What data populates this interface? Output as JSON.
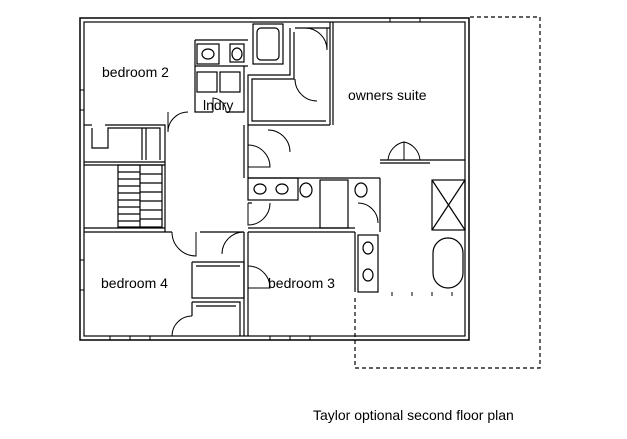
{
  "rooms": {
    "bedroom2": "bedroom 2",
    "laundry": "lndry",
    "owners_suite": "owners suite",
    "bedroom4": "bedroom 4",
    "bedroom3": "bedroom 3"
  },
  "caption": "Taylor optional second floor plan"
}
